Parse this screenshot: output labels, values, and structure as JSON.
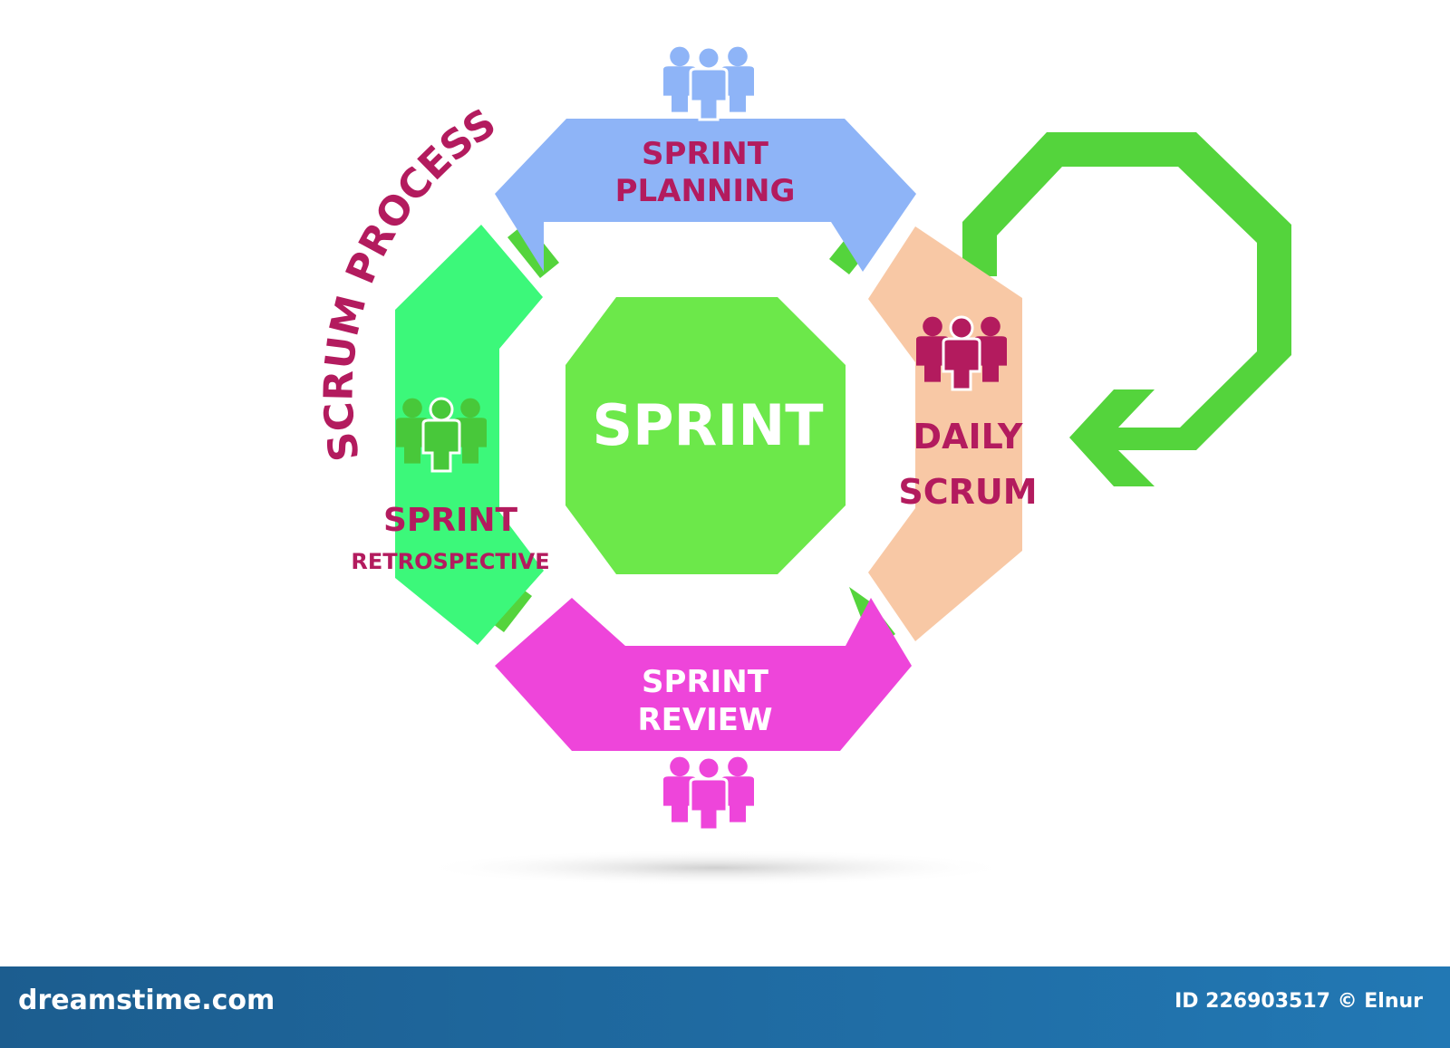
{
  "diagram": {
    "title": "SCRUM PROCESS",
    "center_label": "SPRINT",
    "stages": [
      {
        "line1": "SPRINT",
        "line2": "PLANNING",
        "icon": "team-icon",
        "color": "#8eb4f7"
      },
      {
        "line1": "DAILY",
        "line2": "SCRUM",
        "icon": "team-icon",
        "color": "#f8c8a5"
      },
      {
        "line1": "SPRINT",
        "line2": "REVIEW",
        "icon": "team-icon",
        "color": "#ee45da"
      },
      {
        "line1": "SPRINT",
        "line2": "RETROSPECTIVE",
        "icon": "team-icon",
        "color": "#3cf87a"
      }
    ],
    "loop_arrow_icon": "loop-arrow-icon",
    "colors": {
      "label_text": "#b31b5e",
      "center_fill": "#6ce84a",
      "connector": "#54d43c",
      "planning_icon": "#8eb4f7",
      "daily_icon": "#b31b5e",
      "review_icon": "#ee45da",
      "retro_icon": "#48c83a"
    }
  },
  "footer": {
    "site": "dreamstime.com",
    "credit": "ID 226903517 © Elnur"
  }
}
